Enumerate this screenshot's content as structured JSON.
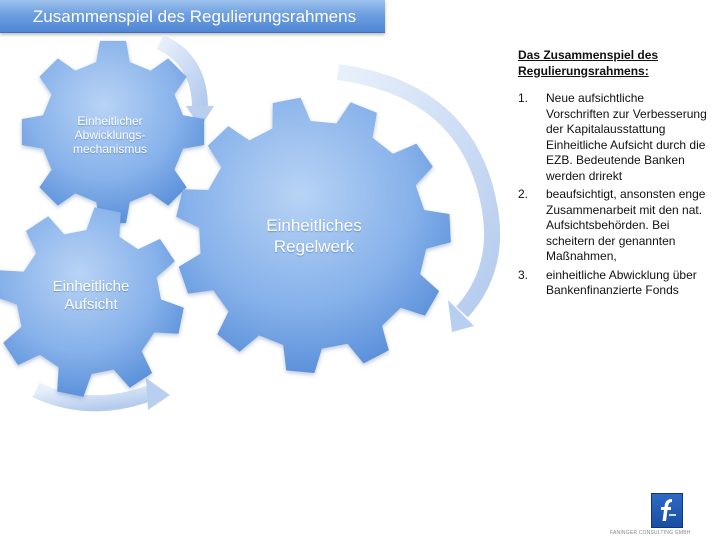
{
  "title": "Zusammenspiel des Regulierungsrahmens",
  "gears": {
    "mechanism": "Einheitlicher Abwicklungs-mechanismus",
    "supervision": "Einheitliche Aufsicht",
    "rulebook": "Einheitliches Regelwerk"
  },
  "side": {
    "heading": "Das Zusammenspiel des  Regulierungsrahmens:",
    "items": [
      {
        "num": "1.",
        "text": "Neue aufsichtliche Vorschriften zur Verbesserung der Kapitalausstattung Einheitliche Aufsicht durch die EZB. Bedeutende Banken werden drirekt"
      },
      {
        "num": "2.",
        "text": "beaufsichtigt, ansonsten enge Zusammenarbeit mit den nat. Aufsichtsbehörden. Bei scheitern der genannten Maßnahmen,"
      },
      {
        "num": "3.",
        "text": "einheitliche Abwicklung über Bankenfinanzierte Fonds"
      }
    ]
  },
  "logo": {
    "name": "FANINGER CONSULTING GMBH"
  },
  "colors": {
    "gear_light": "#a9c9f2",
    "gear_dark": "#4a84d4",
    "arrow": "#c3d6f1",
    "title_bar": "#6e9fe0"
  }
}
